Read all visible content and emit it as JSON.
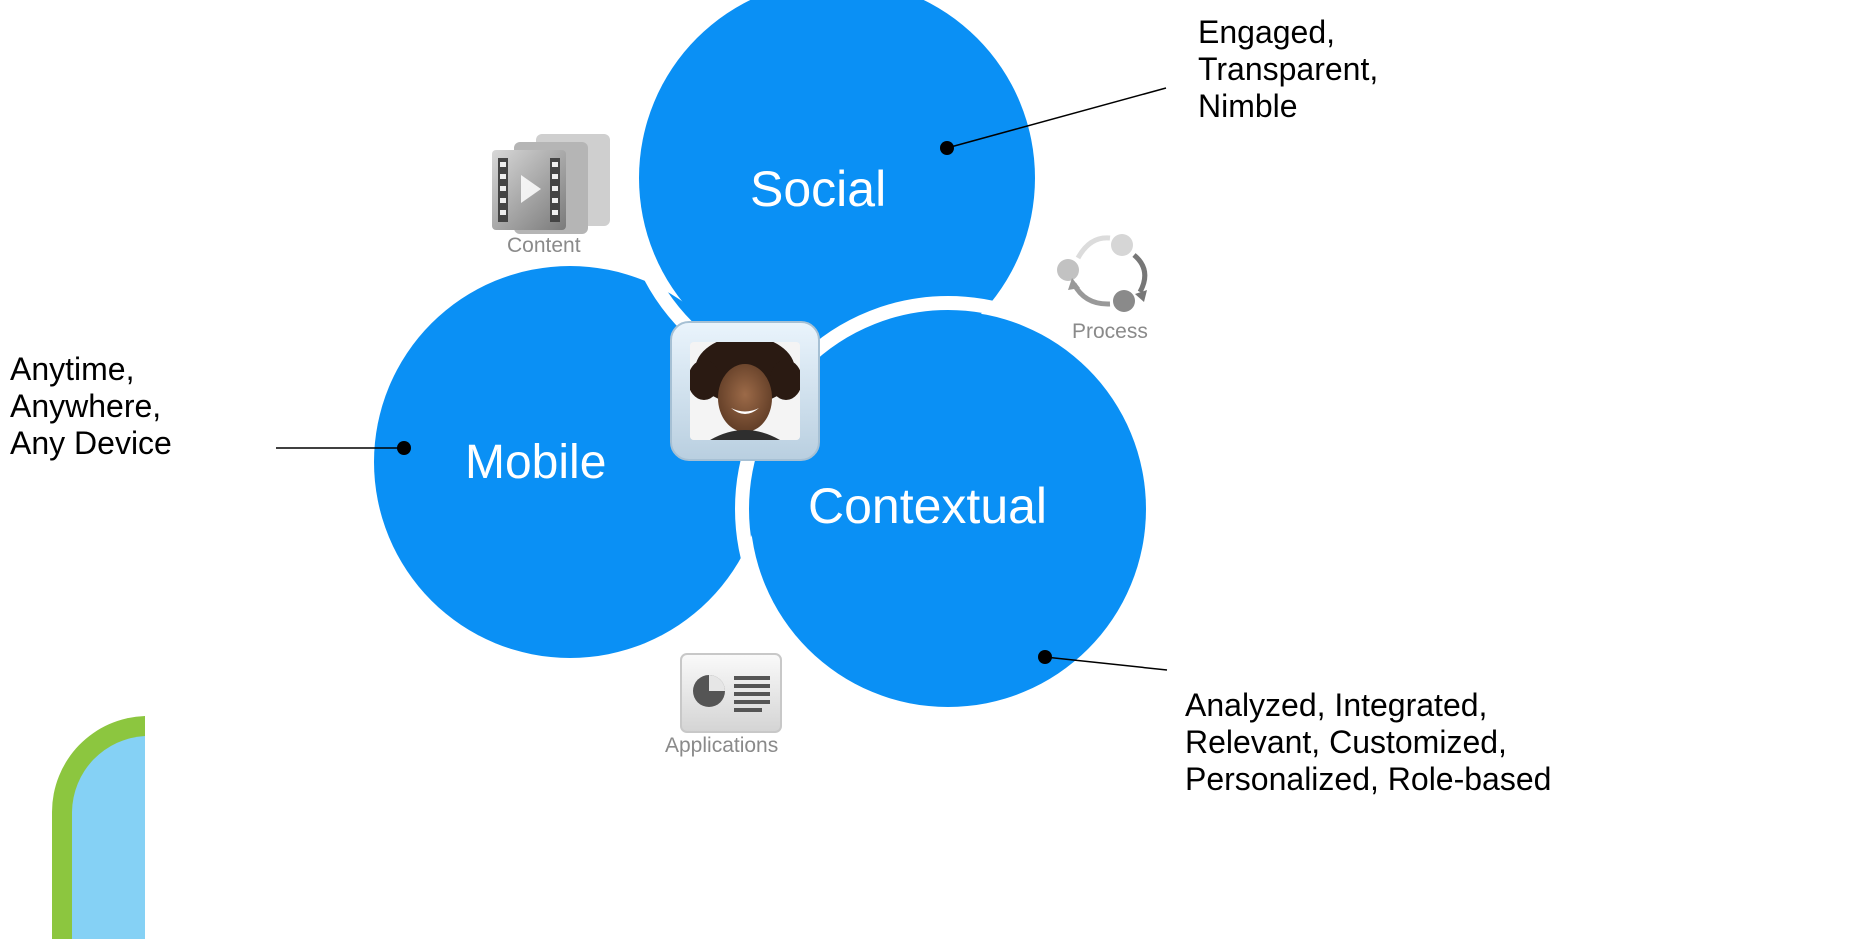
{
  "diagram": {
    "circles": [
      {
        "id": "social",
        "label": "Social"
      },
      {
        "id": "mobile",
        "label": "Mobile"
      },
      {
        "id": "contextual",
        "label": "Contextual"
      }
    ],
    "callouts": {
      "social": [
        "Engaged,",
        "Transparent,",
        "Nimble"
      ],
      "mobile": [
        "Anytime,",
        "Anywhere,",
        "Any Device"
      ],
      "contextual": [
        "Analyzed, Integrated,",
        "Relevant, Customized,",
        "Personalized, Role-based"
      ]
    },
    "icons": {
      "content": {
        "label": "Content",
        "icon": "film-strip-icon"
      },
      "process": {
        "label": "Process",
        "icon": "cycle-arrows-icon"
      },
      "applications": {
        "label": "Applications",
        "icon": "presentation-icon"
      },
      "center": {
        "icon": "person-photo-icon"
      }
    },
    "colors": {
      "circle_fill": "#0a90f5",
      "circle_text": "#ffffff",
      "icon_label": "#8a8a8a",
      "leader_line": "#000000",
      "corner_ring": "#8cc63f",
      "corner_fill": "#85d1f5"
    }
  }
}
